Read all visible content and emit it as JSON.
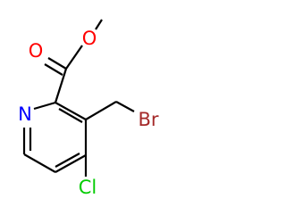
{
  "molecule": {
    "atoms": {
      "o_carbonyl": "O",
      "o_ester": "O",
      "nitrogen": "N",
      "bromine": "Br",
      "chlorine": "Cl"
    },
    "colors": {
      "bond": "#000000",
      "oxygen": "#ff0000",
      "nitrogen": "#0000ff",
      "bromine": "#a52a2a",
      "chlorine": "#00cc00",
      "background": "#ffffff"
    }
  }
}
